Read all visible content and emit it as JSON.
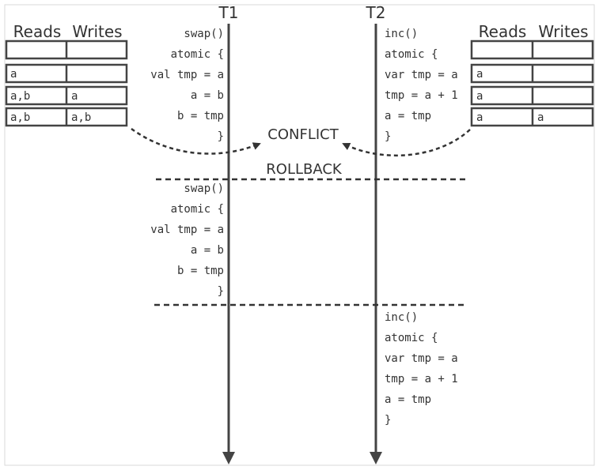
{
  "threads": {
    "t1": "T1",
    "t2": "T2"
  },
  "tables": {
    "left": {
      "headers": [
        "Reads",
        "Writes"
      ],
      "rows": [
        [
          "",
          ""
        ],
        [
          "a",
          ""
        ],
        [
          "a,b",
          "a"
        ],
        [
          "a,b",
          "a,b"
        ]
      ]
    },
    "right": {
      "headers": [
        "Reads",
        "Writes"
      ],
      "rows": [
        [
          "",
          ""
        ],
        [
          "a",
          ""
        ],
        [
          "a",
          ""
        ],
        [
          "a",
          "a"
        ]
      ]
    }
  },
  "code": {
    "t1_first": [
      "swap()",
      "atomic {",
      "val tmp = a",
      "a = b",
      "b = tmp",
      "}"
    ],
    "t2_first": [
      "inc()",
      "atomic {",
      "var tmp = a",
      "tmp = a + 1",
      "a = tmp",
      "}"
    ],
    "t1_second": [
      "swap()",
      "atomic {",
      "val tmp = a",
      "a = b",
      "b = tmp",
      "}"
    ],
    "t2_second": [
      "inc()",
      "atomic {",
      "var tmp = a",
      "tmp = a + 1",
      "a = tmp",
      "}"
    ]
  },
  "labels": {
    "conflict": "CONFLICT",
    "rollback": "ROLLBACK"
  }
}
